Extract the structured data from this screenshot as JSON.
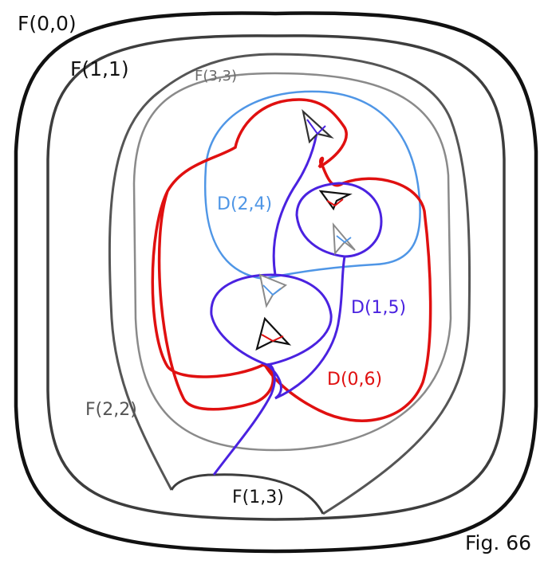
{
  "colors": {
    "red": "#e01010",
    "purple": "#4a22e0",
    "blue": "#4f96e6",
    "black": "#111111",
    "dark_gray": "#3d3d3d",
    "mid_gray": "#6b6b6b",
    "light_gray": "#8a8a8a"
  },
  "labels": {
    "f00": "F(0,0)",
    "f11": "F(1,1)",
    "f33": "F(3,3)",
    "f22": "F(2,2)",
    "f13": "F(1,3)",
    "d24": "D(2,4)",
    "d15": "D(1,5)",
    "d06": "D(0,6)",
    "figure": "Fig. 66"
  },
  "icons": [
    "cusp-icon"
  ]
}
